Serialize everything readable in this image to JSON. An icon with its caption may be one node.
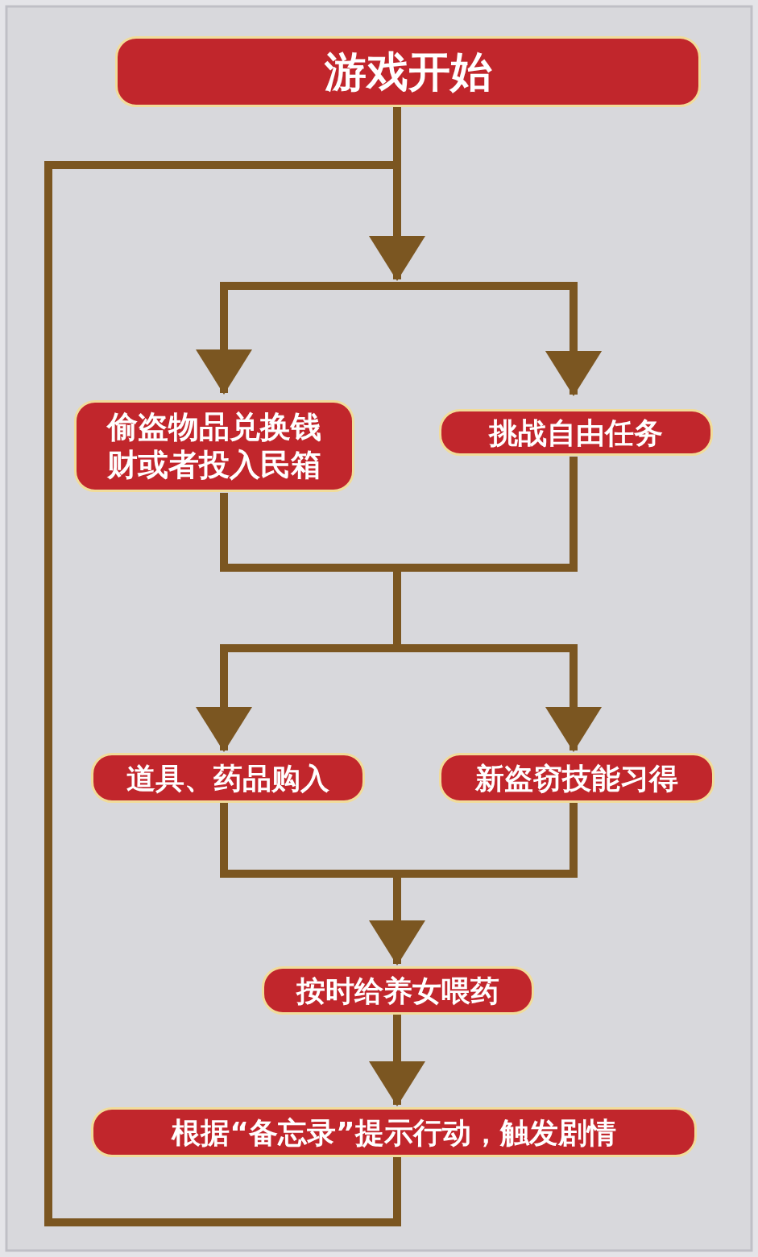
{
  "diagram": {
    "nodes": [
      {
        "text": [
          "游戏开始"
        ]
      },
      {
        "text": [
          "偷盗物品兑换钱财或者投入民箱"
        ]
      },
      {
        "text": [
          "挑战自由任务"
        ]
      },
      {
        "text": [
          "道具、药品购入"
        ]
      },
      {
        "text": [
          "新盗窃技能习得"
        ]
      },
      {
        "text": [
          "按时给养女喂药"
        ]
      },
      {
        "text": [
          "根据“备忘录”提示行动，触发剧情"
        ]
      }
    ],
    "edges": [
      {
        "from": 0,
        "to": 1,
        "arrow": "to"
      },
      {
        "from": 0,
        "to": 2,
        "arrow": "to"
      },
      {
        "from": 1,
        "to": 3,
        "arrow": "to"
      },
      {
        "from": 1,
        "to": 4,
        "arrow": "to"
      },
      {
        "from": 2,
        "to": 3,
        "arrow": "to"
      },
      {
        "from": 2,
        "to": 4,
        "arrow": "to"
      },
      {
        "from": 3,
        "to": 5,
        "arrow": "to"
      },
      {
        "from": 4,
        "to": 5,
        "arrow": "to"
      },
      {
        "from": 5,
        "to": 6,
        "arrow": "to"
      },
      {
        "from": 6,
        "to": 1,
        "arrow": "to"
      },
      {
        "from": 6,
        "to": 2,
        "arrow": "to"
      }
    ]
  }
}
